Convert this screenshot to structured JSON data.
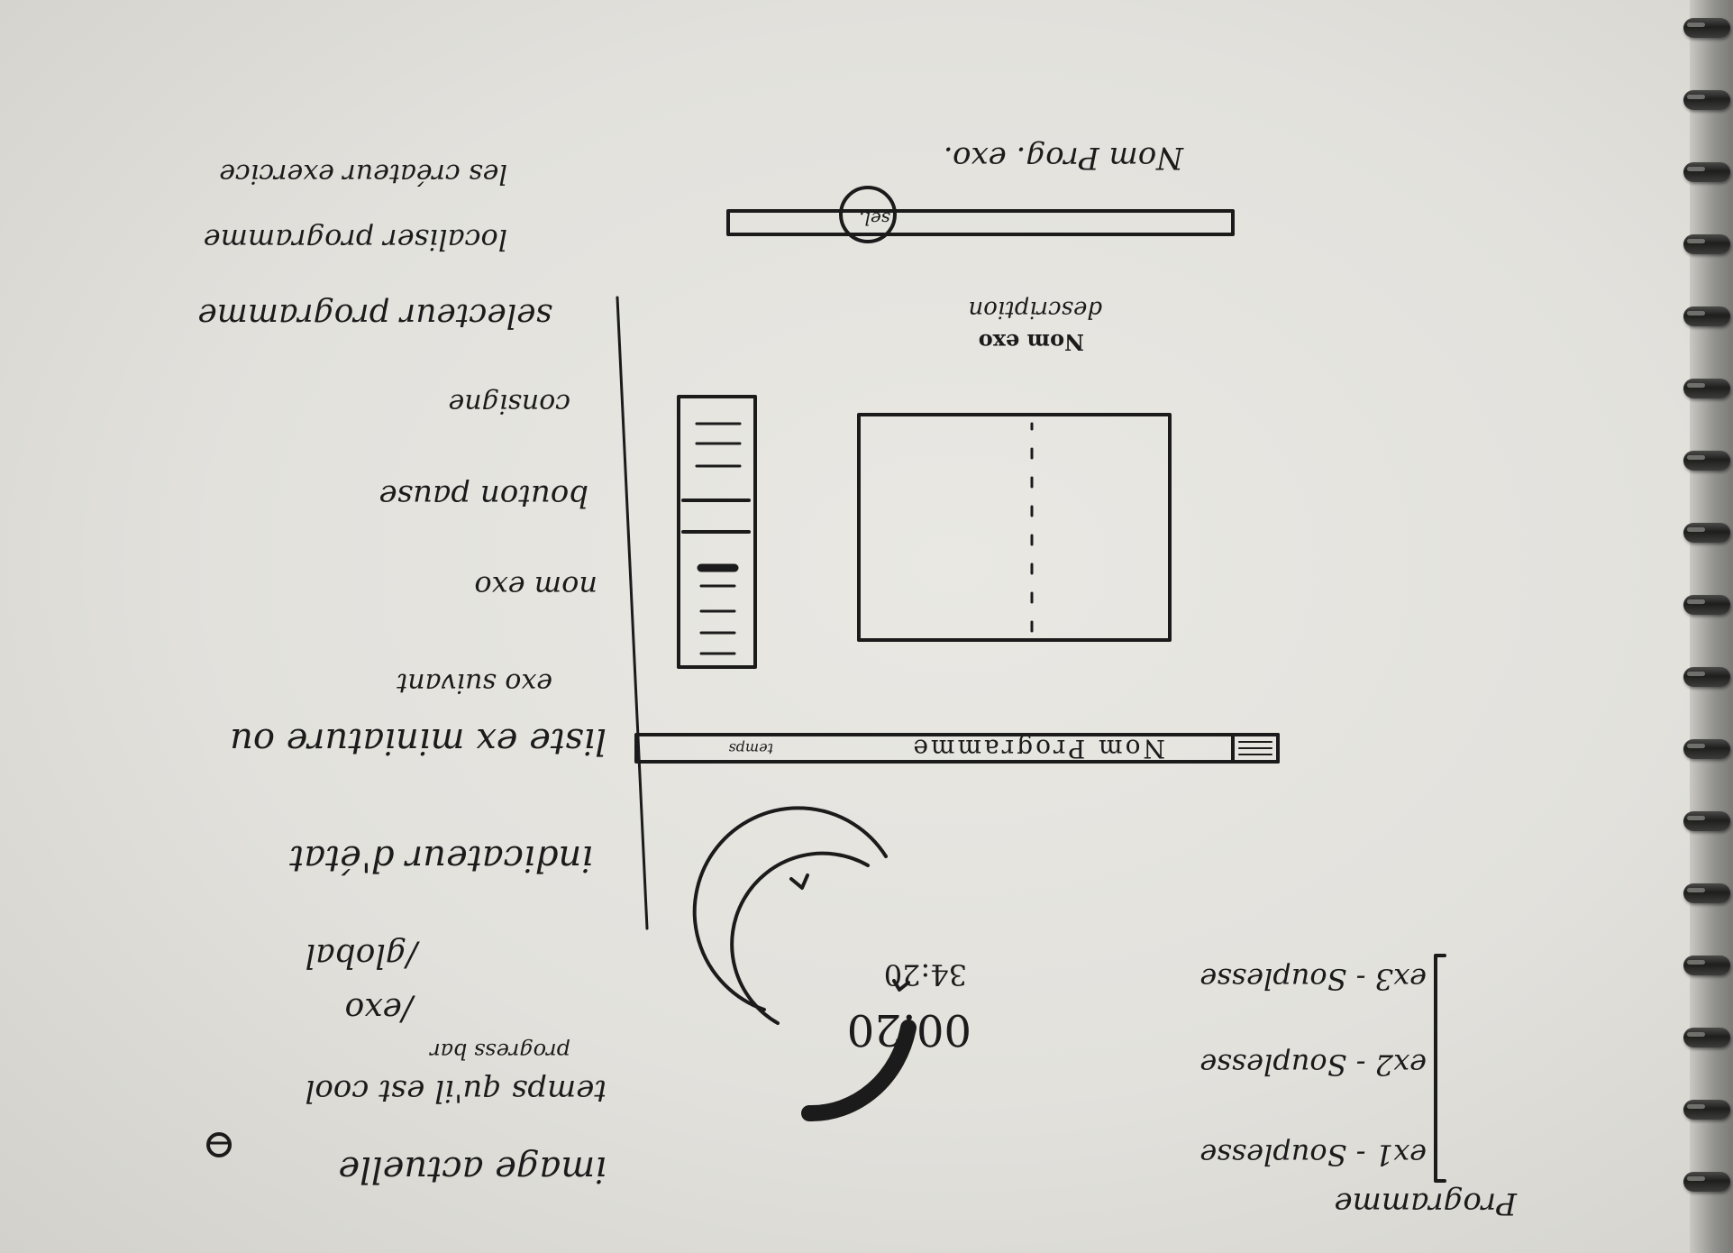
{
  "sketch": {
    "header_text": "Nom Prog. exo.",
    "sel_circle": "sel.",
    "exo_title": "Nom exo",
    "exo_description": "description",
    "program_bar_label": "Nom Programme",
    "program_bar_right": "temps",
    "timer_big": "00:20",
    "timer_small": "34:20",
    "programme_title": "Programme",
    "list": [
      "ex1 - Souplesse",
      "ex2 - Souplesse",
      "ex3 - Souplesse"
    ],
    "notes": [
      "image actuelle",
      "temps qu'il est cool",
      "progress bar",
      "/exo",
      "/global",
      "indicateur d'état",
      "liste ex miniature ou",
      "exo suivant",
      "nom exo",
      "bouton pause",
      "consigne",
      "selecteur programme",
      "localiser programme",
      "les créateur exercice"
    ]
  }
}
